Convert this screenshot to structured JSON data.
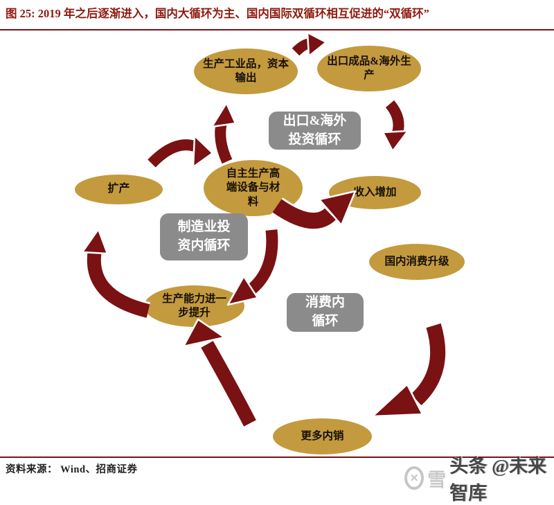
{
  "title": "图 25: 2019 年之后逐渐进入，国内大循环为主、国内国际双循环相互促进的“双循环”",
  "colors": {
    "arrow": "#7a1113",
    "ellipse_fill": "#c39a3e",
    "cycle_box_fill": "#8b8b8b",
    "title_text": "#8e1a10",
    "rule_line": "#7a1113"
  },
  "diagram": {
    "ellipses": [
      {
        "id": "produce-industrial",
        "label": "生产工业品，资本输出"
      },
      {
        "id": "export-overseas",
        "label": "出口成品&海外生产"
      },
      {
        "id": "expand-production",
        "label": "扩产"
      },
      {
        "id": "self-produce-highend",
        "label": "自主生产高端设备与材料"
      },
      {
        "id": "income-increase",
        "label": "收入增加"
      },
      {
        "id": "consumption-upgrade",
        "label": "国内消费升级"
      },
      {
        "id": "capacity-improve",
        "label": "生产能力进一步提升"
      },
      {
        "id": "more-domestic-sales",
        "label": "更多内销"
      }
    ],
    "cycles": [
      {
        "id": "export-investment-cycle",
        "label": "出口&海外投资循环"
      },
      {
        "id": "manufacturing-investment-cycle",
        "label": "制造业投资内循环"
      },
      {
        "id": "consumption-cycle",
        "label": "消费内循环"
      }
    ],
    "arrows": [
      {
        "from": "生产工业品，资本输出",
        "to": "出口成品&海外生产"
      },
      {
        "from": "出口成品&海外生产",
        "to": "收入增加"
      },
      {
        "from": "自主生产高端设备与材料",
        "to": "生产工业品，资本输出"
      },
      {
        "from": "扩产",
        "to": "自主生产高端设备与材料"
      },
      {
        "from": "自主生产高端设备与材料",
        "to": "收入增加"
      },
      {
        "from": "自主生产高端设备与材料",
        "to": "生产能力进一步提升"
      },
      {
        "from": "生产能力进一步提升",
        "to": "扩产"
      },
      {
        "from": "更多内销",
        "to": "生产能力进一步提升"
      },
      {
        "from": "国内消费升级",
        "to": "更多内销"
      }
    ]
  },
  "footer": {
    "source": "资料来源： Wind、招商证券"
  },
  "watermark": {
    "logo_icon": "xueqiu-logo",
    "logo_glyph": "✕",
    "prefix": "雪",
    "text": "头条 @未来智库"
  }
}
